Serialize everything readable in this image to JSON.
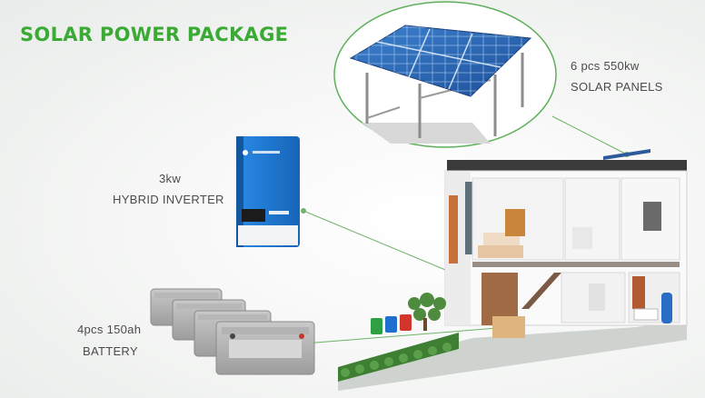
{
  "title": "SOLAR POWER PACKAGE",
  "colors": {
    "title_green": "#3aaa35",
    "panel_blue": "#2d6fb8",
    "inverter_blue": "#1f78d1",
    "connector_green": "#6fb36a",
    "battery_gray": "#a9a9a9"
  },
  "components": {
    "panels": {
      "quantity": "6 pcs 550kw",
      "name": "SOLAR PANELS"
    },
    "inverter": {
      "quantity": "3kw",
      "name": "HYBRID INVERTER"
    },
    "battery": {
      "quantity": "4pcs 150ah",
      "name": "BATTERY"
    }
  }
}
